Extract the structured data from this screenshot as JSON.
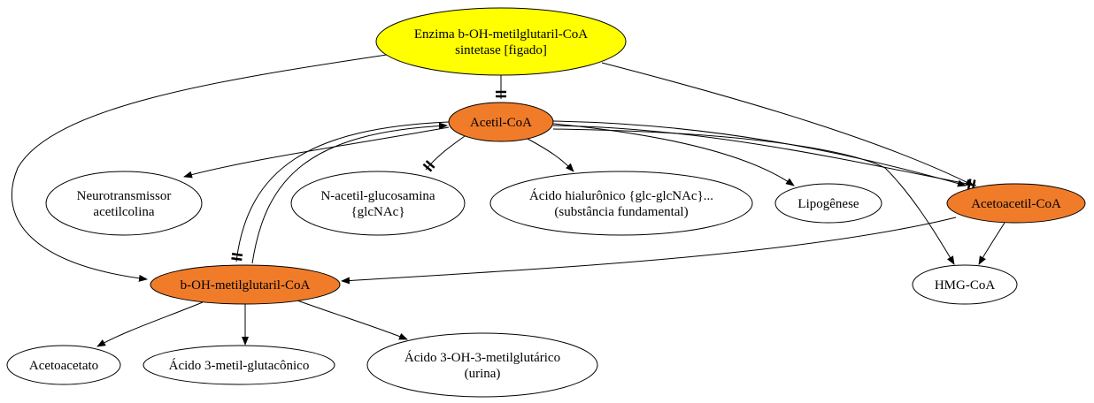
{
  "diagram": {
    "nodes": [
      {
        "id": "enzima",
        "lines": [
          "Enzima b-OH-metilglutaril-CoA",
          "sintetase [figado]"
        ],
        "fill": "#ffff00"
      },
      {
        "id": "acetilcoa",
        "lines": [
          "Acetil-CoA"
        ],
        "fill": "#f07c2a"
      },
      {
        "id": "neuro",
        "lines": [
          "Neurotransmissor",
          "acetilcolina"
        ],
        "fill": "#ffffff"
      },
      {
        "id": "nacetil",
        "lines": [
          "N-acetil-glucosamina",
          "{glcNAc}"
        ],
        "fill": "#ffffff"
      },
      {
        "id": "hialuronico",
        "lines": [
          "Ácido hialurônico {glc-glcNAc}...",
          "(substância fundamental)"
        ],
        "fill": "#ffffff"
      },
      {
        "id": "lipogenese",
        "lines": [
          "Lipogênese"
        ],
        "fill": "#ffffff"
      },
      {
        "id": "acetoacetilcoa",
        "lines": [
          "Acetoacetil-CoA"
        ],
        "fill": "#f07c2a"
      },
      {
        "id": "hmgcoa",
        "lines": [
          "HMG-CoA"
        ],
        "fill": "#ffffff"
      },
      {
        "id": "bohmg",
        "lines": [
          "b-OH-metilglutaril-CoA"
        ],
        "fill": "#f07c2a"
      },
      {
        "id": "acetoacetato",
        "lines": [
          "Acetoacetato"
        ],
        "fill": "#ffffff"
      },
      {
        "id": "metilglutaconico",
        "lines": [
          "Ácido 3-metil-glutacônico"
        ],
        "fill": "#ffffff"
      },
      {
        "id": "ohmetilglutarico",
        "lines": [
          "Ácido 3-OH-3-metilglutárico",
          "(urina)"
        ],
        "fill": "#ffffff"
      }
    ],
    "edges": [
      {
        "from": "enzima",
        "to": "acetilcoa",
        "head": "tee"
      },
      {
        "from": "enzima",
        "to": "acetoacetilcoa",
        "head": "arrow"
      },
      {
        "from": "enzima",
        "to": "bohmg",
        "head": "arrow"
      },
      {
        "from": "acetilcoa",
        "to": "neuro",
        "head": "arrow"
      },
      {
        "from": "acetilcoa",
        "to": "nacetil",
        "head": "tee"
      },
      {
        "from": "acetilcoa",
        "to": "hialuronico",
        "head": "arrow"
      },
      {
        "from": "acetilcoa",
        "to": "lipogenese",
        "head": "arrow"
      },
      {
        "from": "acetilcoa",
        "to": "acetoacetilcoa",
        "head": "arrow"
      },
      {
        "from": "acetilcoa",
        "to": "acetoacetilcoa",
        "head": "tee"
      },
      {
        "from": "acetilcoa",
        "to": "hmgcoa",
        "head": "arrow"
      },
      {
        "from": "acetilcoa",
        "to": "bohmg",
        "head": "tee"
      },
      {
        "from": "bohmg",
        "to": "acetilcoa",
        "head": "arrow"
      },
      {
        "from": "acetoacetilcoa",
        "to": "hmgcoa",
        "head": "arrow"
      },
      {
        "from": "acetoacetilcoa",
        "to": "bohmg",
        "head": "arrow"
      },
      {
        "from": "bohmg",
        "to": "acetoacetato",
        "head": "arrow"
      },
      {
        "from": "bohmg",
        "to": "metilglutaconico",
        "head": "arrow"
      },
      {
        "from": "bohmg",
        "to": "ohmetilglutarico",
        "head": "arrow"
      }
    ]
  }
}
